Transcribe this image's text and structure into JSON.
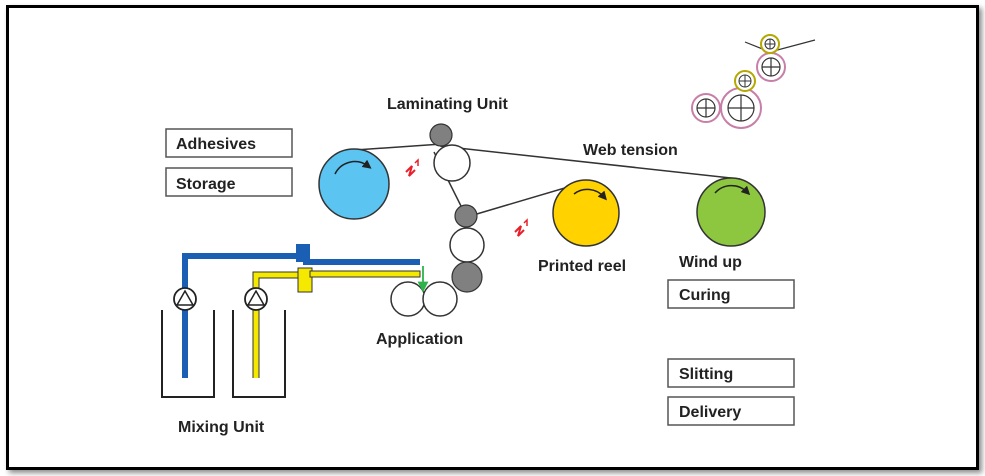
{
  "labels": {
    "laminating_unit": "Laminating Unit",
    "web_tension": "Web tension",
    "printed_reel": "Printed reel",
    "wind_up": "Wind up",
    "application": "Application",
    "mixing_unit": "Mixing Unit"
  },
  "boxes": {
    "adhesives": "Adhesives",
    "storage": "Storage",
    "curing": "Curing",
    "slitting": "Slitting",
    "delivery": "Delivery"
  },
  "colors": {
    "blue_roll": "#5bc4f1",
    "yellow_roll": "#ffd200",
    "green_roll": "#8dc63f",
    "dark_roller": "#808080",
    "blue_pipe": "#1a5fb4",
    "yellow_pipe": "#f5e900",
    "pink_roller": "#c77fa8",
    "olive_roller": "#b5a800",
    "spark": "#e8202a",
    "drop_arrow": "#2db34a"
  },
  "icons": {
    "pump": "pump-icon",
    "spark": "spark-icon",
    "rotation": "rotation-arrow-icon"
  }
}
